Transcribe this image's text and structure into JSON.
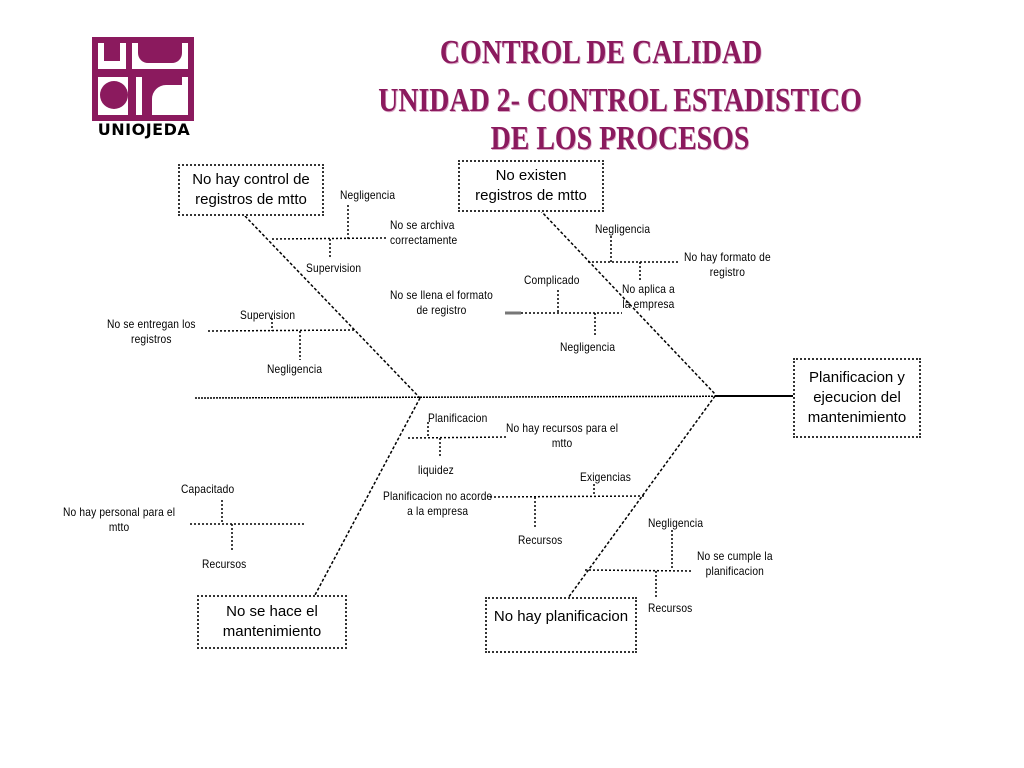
{
  "logo": {
    "name": "UNIOJEDA",
    "color": "#8b1a5e"
  },
  "title": {
    "line1": "CONTROL DE CALIDAD",
    "line2": "UNIDAD 2- CONTROL ESTADISTICO DE LOS PROCESOS"
  },
  "diagram": {
    "effect": {
      "line1": "Planificacion y",
      "line2": "ejecucion del",
      "line3": "mantenimiento"
    },
    "categories": {
      "top_left": {
        "line1": "No hay control de",
        "line2": "registros de mtto"
      },
      "top_right": {
        "line1": "No existen",
        "line2": "registros de mtto"
      },
      "bottom_left": {
        "line1": "No se hace el",
        "line2": "mantenimiento"
      },
      "bottom_right": {
        "line1": "No hay planificacion"
      }
    },
    "causes": {
      "tl_negligencia": "Negligencia",
      "tl_archiva_1": "No se archiva",
      "tl_archiva_2": "correctamente",
      "tl_supervision": "Supervision",
      "tl_entregan_1": "No se entregan los",
      "tl_entregan_2": "registros",
      "tl_supervision2": "Supervision",
      "tl_negligencia2": "Negligencia",
      "tr_negligencia": "Negligencia",
      "tr_formato_1": "No hay formato de",
      "tr_formato_2": "registro",
      "tr_complicado": "Complicado",
      "tr_aplica_1": "No aplica a",
      "tr_aplica_2": "la empresa",
      "tr_llena_1": "No se llena el formato",
      "tr_llena_2": "de registro",
      "tr_negligencia2": "Negligencia",
      "br_planificacion": "Planificacion",
      "br_recursos_1": "No hay recursos para el",
      "br_recursos_2": "mtto",
      "br_liquidez": "liquidez",
      "br_exigencias": "Exigencias",
      "br_acorde_1": "Planificacion no acorde",
      "br_acorde_2": "a la empresa",
      "br_recursos": "Recursos",
      "br_negligencia": "Negligencia",
      "br_cumple_1": "No se cumple la",
      "br_cumple_2": "planificacion",
      "br_recursos2": "Recursos",
      "bl_capacitado": "Capacitado",
      "bl_personal_1": "No hay personal para el",
      "bl_personal_2": "mtto",
      "bl_recursos": "Recursos"
    }
  }
}
